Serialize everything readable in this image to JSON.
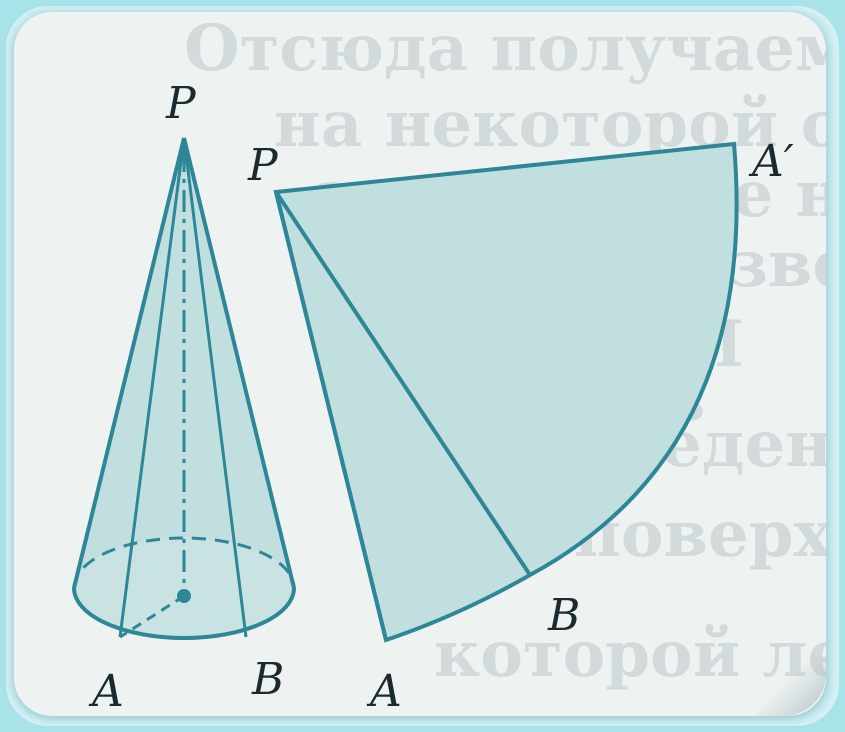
{
  "background_text": [
    "Отсюда получаем",
    "на некоторой образую",
    "атриваем ее на плос",
    "учим ее развертку",
    "PCM",
    "площадь",
    "произведение",
    "поверхности",
    "которой лежит"
  ],
  "cone_labels": {
    "apex": "P",
    "point_a": "A",
    "point_b": "B"
  },
  "development_labels": {
    "apex": "P",
    "point_a": "A",
    "point_b": "B",
    "point_a_prime": "A′"
  },
  "colors": {
    "fill": "#c2dfdf",
    "stroke": "#2d8797"
  }
}
